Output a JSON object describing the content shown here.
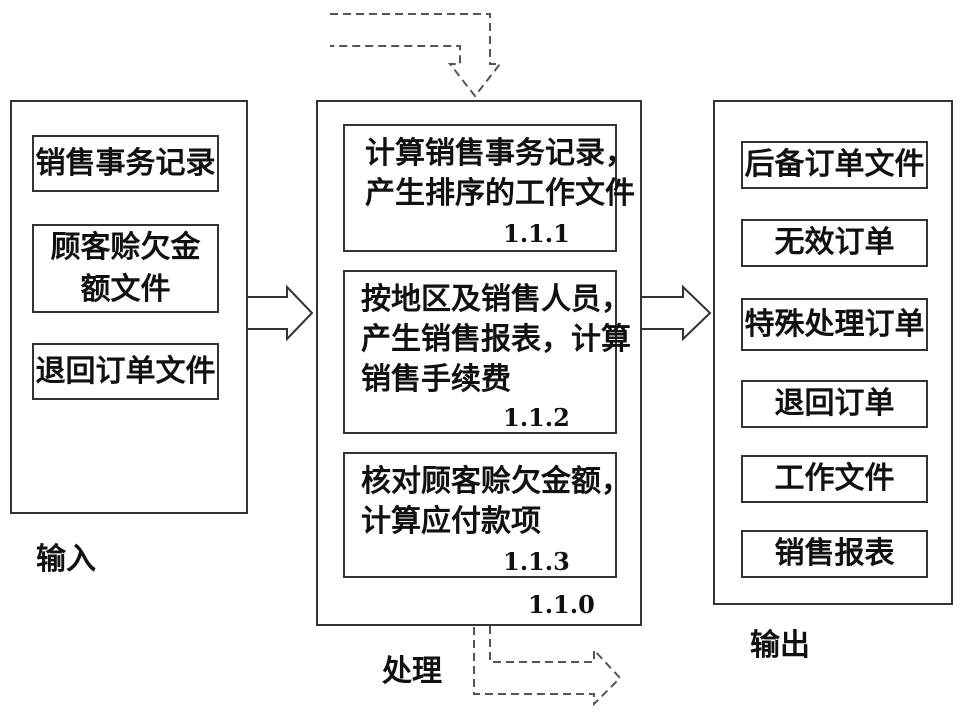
{
  "input": {
    "label": "输入",
    "items": [
      "销售事务记录",
      "顾客赊欠金额文件",
      "退回订单文件"
    ]
  },
  "process": {
    "label": "处理",
    "code": "1.1.0",
    "steps": [
      {
        "lines": [
          "计算销售事务记录，",
          "产生排序的工作文件"
        ],
        "code": "1.1.1"
      },
      {
        "lines": [
          "按地区及销售人员，",
          "产生销售报表，计算",
          "销售手续费"
        ],
        "code": "1.1.2"
      },
      {
        "lines": [
          "核对顾客赊欠金额，",
          "计算应付款项"
        ],
        "code": "1.1.3"
      }
    ]
  },
  "output": {
    "label": "输出",
    "items": [
      "后备订单文件",
      "无效订单",
      "特殊处理订单",
      "退回订单",
      "工作文件",
      "销售报表"
    ]
  }
}
